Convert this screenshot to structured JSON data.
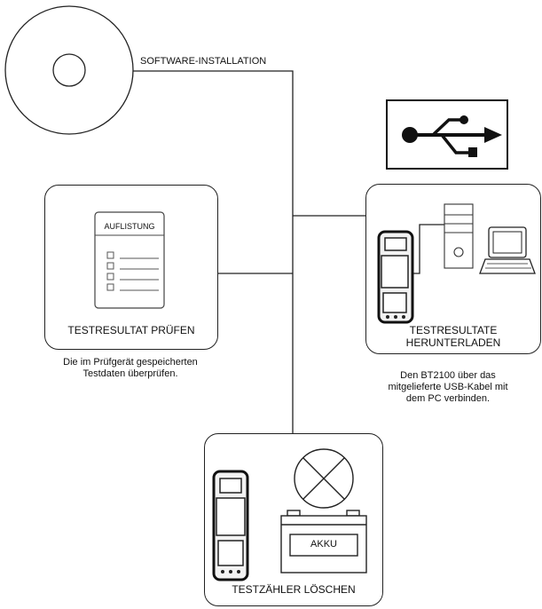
{
  "software": {
    "label": "SOFTWARE-INSTALLATION"
  },
  "review": {
    "list_title": "AUFLISTUNG",
    "title": "TESTRESULTAT PRÜFEN",
    "desc": [
      "Die im Prüfgerät gespeicherten",
      "Testdaten überprüfen."
    ]
  },
  "download": {
    "title": [
      "TESTRESULTATE",
      "HERUNTERLADEN"
    ],
    "desc": [
      "Den BT2100 über das",
      "mitgelieferte USB-Kabel mit",
      "dem PC verbinden."
    ]
  },
  "erase": {
    "battery_label": "AKKU",
    "title": "TESTZÄHLER LÖSCHEN"
  },
  "icons": [
    "cd-icon",
    "usb-icon",
    "list-document-icon",
    "tester-device-icon",
    "computer-icon",
    "monitor-icon",
    "battery-icon",
    "cancel-icon"
  ]
}
